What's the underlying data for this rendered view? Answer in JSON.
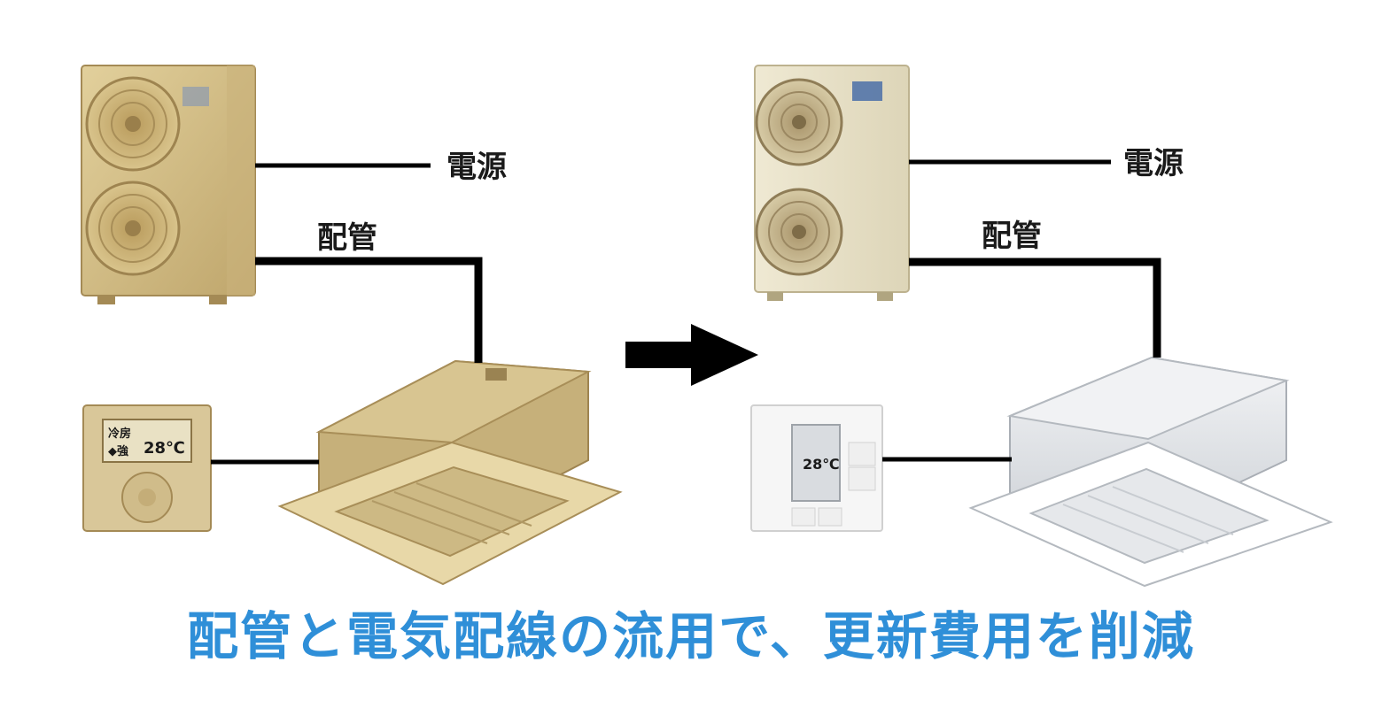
{
  "labels": {
    "power": "電源",
    "piping": "配管"
  },
  "remote_old": {
    "mode_line1": "冷房",
    "mode_line2": "◆強",
    "temp": "28℃"
  },
  "remote_new": {
    "temp": "28℃"
  },
  "caption": "配管と電気配線の流用で、更新費用を削減",
  "colors": {
    "caption": "#2f8fd8",
    "line": "#000000",
    "old_unit": "#d8c58f",
    "new_unit": "#ece6cf",
    "indoor_new": "#e9ebee"
  }
}
